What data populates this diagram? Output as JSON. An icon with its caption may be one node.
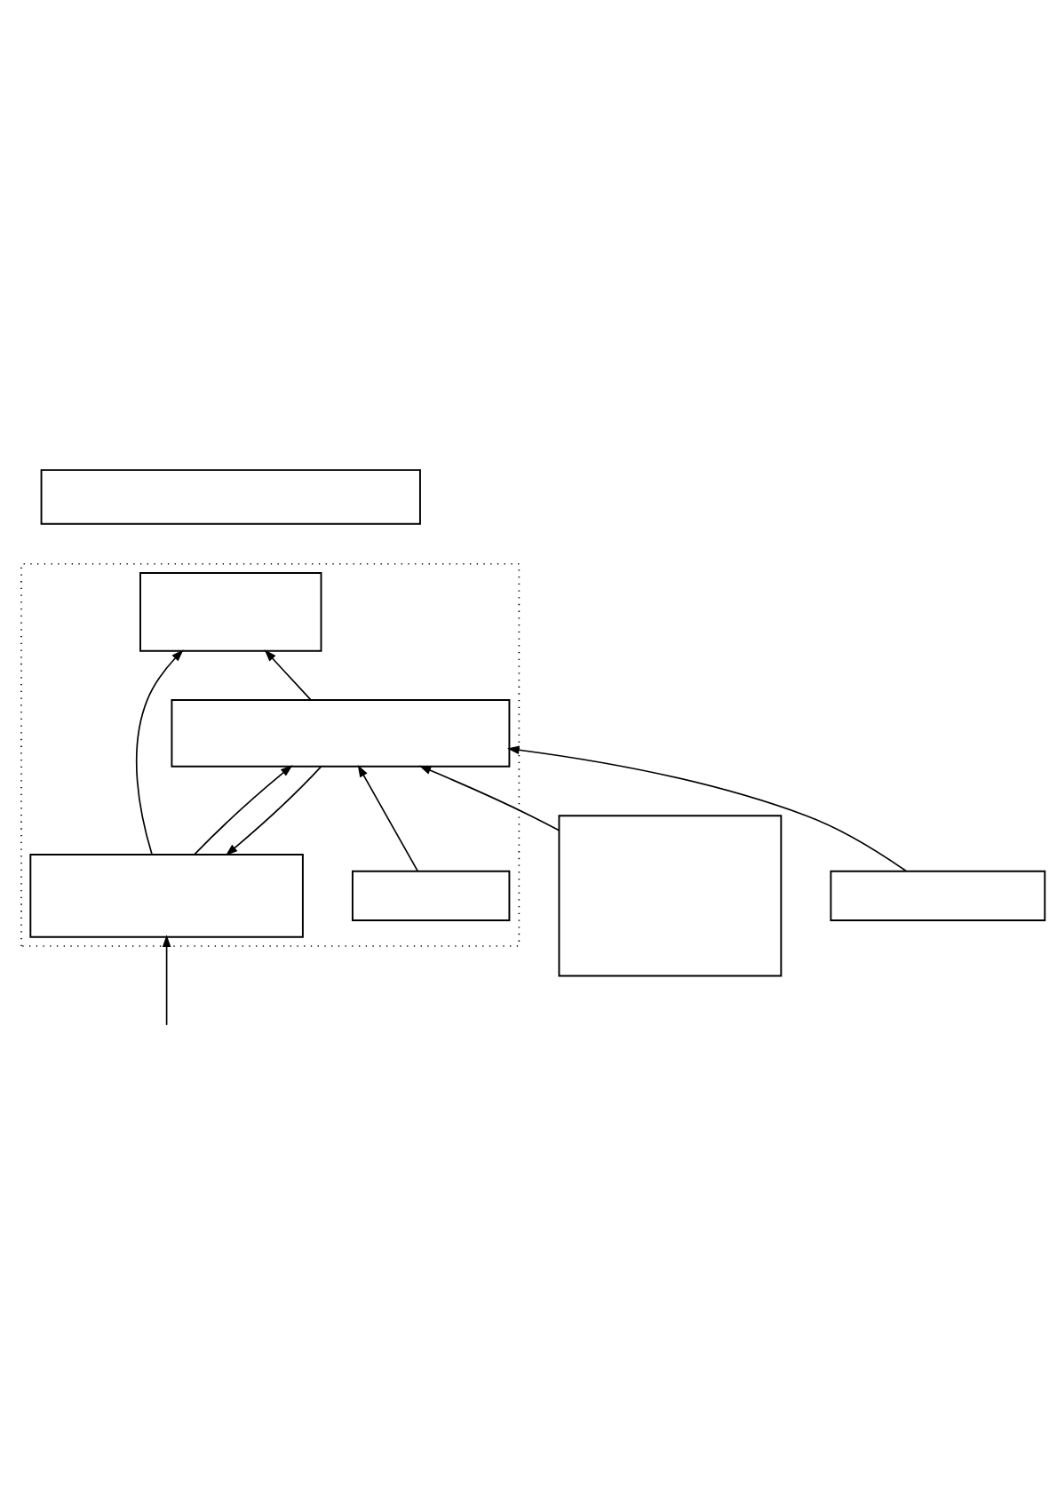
{
  "diagram": {
    "nodes": [
      {
        "text": [],
        "shape": "box"
      },
      {
        "text": [],
        "shape": "box"
      },
      {
        "text": [],
        "shape": "box",
        "in": 1
      },
      {
        "text": [],
        "shape": "box",
        "in": 1
      },
      {
        "text": [],
        "shape": "box",
        "in": 1
      },
      {
        "text": [],
        "shape": "box",
        "in": 1
      },
      {
        "text": [],
        "shape": "box"
      },
      {
        "text": [],
        "shape": "box"
      }
    ],
    "edges": [
      {
        "from": 3,
        "to": 2,
        "arrow": "to"
      },
      {
        "from": 4,
        "to": 3,
        "arrow": "to"
      },
      {
        "from": 3,
        "to": 4,
        "arrow": "to"
      },
      {
        "from": 5,
        "to": 4,
        "arrow": "to"
      },
      {
        "from": 4,
        "to": 2,
        "arrow": "to"
      },
      {
        "from": 6,
        "to": 4,
        "arrow": "to"
      },
      {
        "from": 7,
        "to": 4,
        "arrow": "to"
      },
      {
        "from": null,
        "to": 3,
        "arrow": "to"
      }
    ]
  }
}
